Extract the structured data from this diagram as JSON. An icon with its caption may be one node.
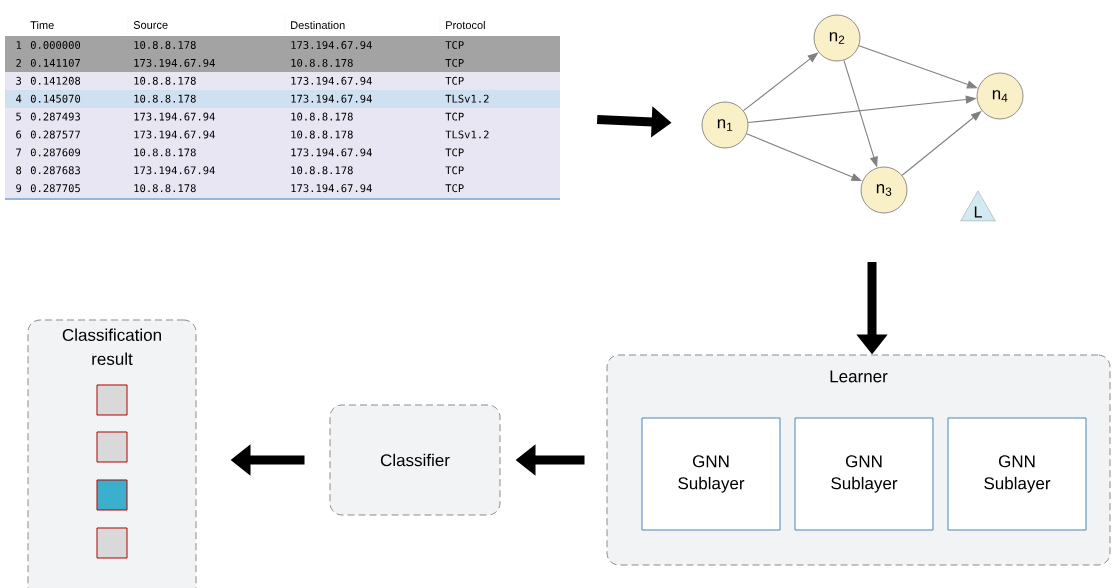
{
  "diagram": {
    "nodes": [
      {
        "text": [],
        "shape": "table"
      },
      {
        "text": [
          "n$_{1}$"
        ]
      },
      {
        "text": [
          "n$_{2}$"
        ]
      },
      {
        "text": [
          "n$_{3}$"
        ]
      },
      {
        "text": [
          "n$_{4}$"
        ]
      },
      {
        "text": [
          "L"
        ]
      },
      {
        "text": [
          "Learner"
        ]
      },
      {
        "text": [
          "GNN Sublayer"
        ],
        "in": 6
      },
      {
        "text": [
          "GNN Sublayer"
        ],
        "in": 6
      },
      {
        "text": [
          "GNN Sublayer"
        ],
        "in": 6
      },
      {
        "text": [
          "Classifier"
        ]
      },
      {
        "text": [
          "Classification result"
        ]
      },
      {
        "text": [],
        "shape": "box",
        "in": 11
      },
      {
        "text": [],
        "shape": "box",
        "in": 11
      },
      {
        "text": [],
        "shape": "box",
        "in": 11
      },
      {
        "text": [],
        "shape": "box",
        "in": 11
      }
    ],
    "edges": [
      {
        "from": 0,
        "to": 1,
        "arrow": "to",
        "style": "thick",
        "color": "#000000"
      },
      {
        "from": 1,
        "to": 2,
        "arrow": "to"
      },
      {
        "from": 1,
        "to": 4,
        "arrow": "to"
      },
      {
        "from": 1,
        "to": 3,
        "arrow": "to"
      },
      {
        "from": 2,
        "to": 4,
        "arrow": "to"
      },
      {
        "from": 2,
        "to": 3,
        "arrow": "to"
      },
      {
        "from": 3,
        "to": 4,
        "arrow": "to"
      },
      {
        "from": null,
        "to": 6,
        "arrow": "to",
        "style": "thick",
        "color": "#000000"
      },
      {
        "from": 6,
        "to": 10,
        "arrow": "to",
        "style": "thick",
        "color": "#000000"
      },
      {
        "from": 10,
        "to": 11,
        "arrow": "to",
        "style": "thick",
        "color": "#000000"
      }
    ],
    "labels": [
      "Time",
      "Source",
      "Destination",
      "Protocol",
      "1",
      "0.000000",
      "10.8.8.178",
      "173.194.67.94",
      "TCP",
      "2",
      "0.141107",
      "173.194.67.94",
      "10.8.8.178",
      "TCP",
      "3",
      "0.141208",
      "10.8.8.178",
      "173.194.67.94",
      "TCP",
      "4",
      "0.145070",
      "10.8.8.178",
      "173.194.67.94",
      "TLSv1.2",
      "5",
      "0.287493",
      "173.194.67.94",
      "10.8.8.178",
      "TCP",
      "6",
      "0.287577",
      "173.194.67.94",
      "10.8.8.178",
      "TLSv1.2",
      "7",
      "0.287609",
      "10.8.8.178",
      "173.194.67.94",
      "TCP",
      "8",
      "0.287683",
      "173.194.67.94",
      "10.8.8.178",
      "TCP",
      "9",
      "0.287705",
      "10.8.8.178",
      "173.194.67.94",
      "TCP"
    ]
  }
}
